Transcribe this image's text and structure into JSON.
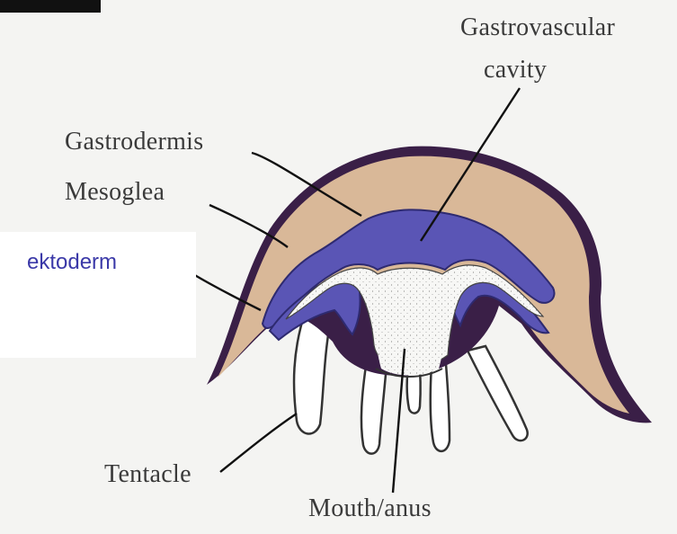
{
  "labels": {
    "gastrovascular_line1": "Gastrovascular",
    "gastrovascular_line2": "cavity",
    "gastrodermis": "Gastrodermis",
    "mesoglea": "Mesoglea",
    "tentacle": "Tentacle",
    "mouth_anus": "Mouth/anus"
  },
  "overlay": {
    "ectoderm_label": "ektoderm"
  },
  "colors": {
    "mesoglea_fill": "#d9b898",
    "outer_layer": "#3a1f47",
    "gastrodermis_layer": "#5a55b5",
    "cavity_fill": "#f6f6f4",
    "overlay_text": "#3b39a8"
  }
}
